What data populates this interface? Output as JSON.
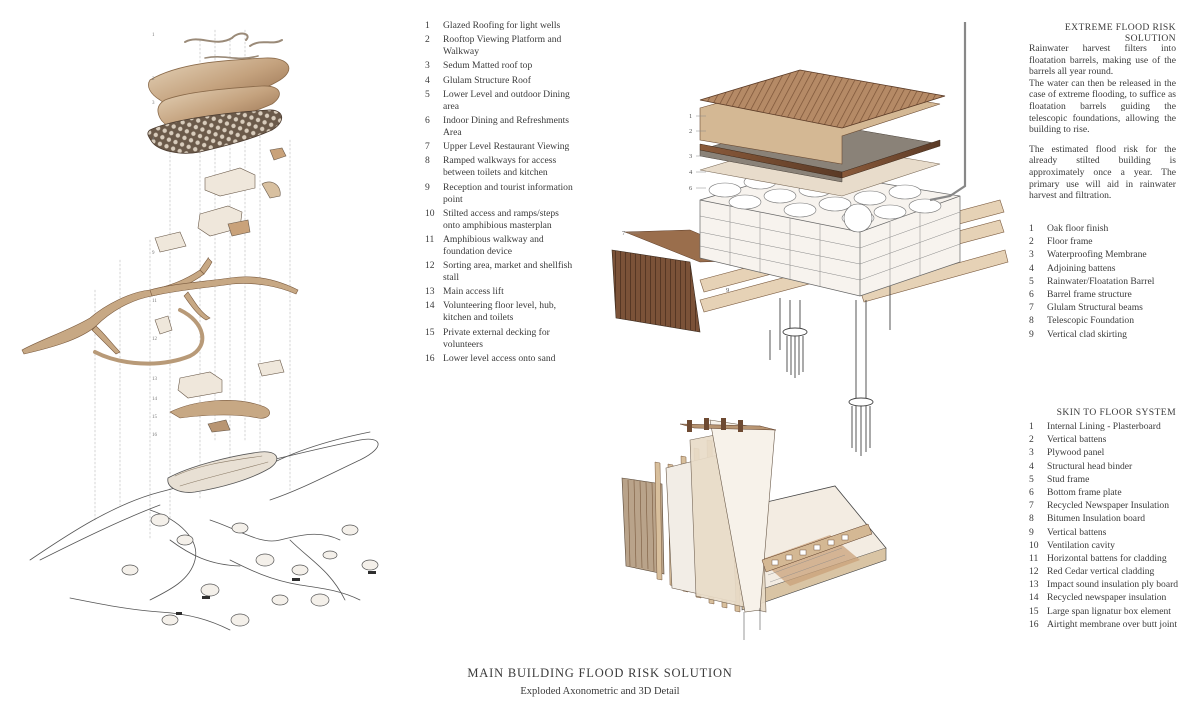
{
  "legend_main": [
    {
      "n": "1",
      "text": "Glazed Roofing for light wells"
    },
    {
      "n": "2",
      "text": "Rooftop Viewing Platform and Walkway"
    },
    {
      "n": "3",
      "text": "Sedum Matted roof top"
    },
    {
      "n": "4",
      "text": "Glulam Structure Roof"
    },
    {
      "n": "5",
      "text": "Lower Level and outdoor Dining area"
    },
    {
      "n": "6",
      "text": "Indoor Dining and Refreshments Area"
    },
    {
      "n": "7",
      "text": "Upper Level Restaurant Viewing"
    },
    {
      "n": "8",
      "text": "Ramped walkways for access between toilets and kitchen"
    },
    {
      "n": "9",
      "text": "Reception and tourist information point"
    },
    {
      "n": "10",
      "text": "Stilted access and ramps/steps onto amphibious masterplan"
    },
    {
      "n": "11",
      "text": "Amphibious walkway and foundation device"
    },
    {
      "n": "12",
      "text": "Sorting area, market and shellfish stall"
    },
    {
      "n": "13",
      "text": "Main access lift"
    },
    {
      "n": "14",
      "text": "Volunteering floor level, hub, kitchen and toilets"
    },
    {
      "n": "15",
      "text": "Private external decking for volunteers"
    },
    {
      "n": "16",
      "text": "Lower level access onto sand"
    }
  ],
  "flood": {
    "heading_line1": "EXTREME FLOOD RISK",
    "heading_line2": "SOLUTION",
    "p1": "Rainwater harvest filters into floatation barrels, making use of the barrels all year round.",
    "p2": "The water can then be released in the case of extreme flooding, to suffice as floatation barrels guiding the telescopic foundations, allowing the building to rise.",
    "p3": "The estimated flood risk for the already stilted building is approximately once a year. The primary use will aid in rainwater harvest and filtration."
  },
  "legend_flood": [
    {
      "n": "1",
      "text": "Oak floor finish"
    },
    {
      "n": "2",
      "text": "Floor frame"
    },
    {
      "n": "3",
      "text": "Waterproofing Membrane"
    },
    {
      "n": "4",
      "text": "Adjoining battens"
    },
    {
      "n": "5",
      "text": "Rainwater/Floatation Barrel"
    },
    {
      "n": "6",
      "text": "Barrel frame structure"
    },
    {
      "n": "7",
      "text": "Glulam Structural beams"
    },
    {
      "n": "8",
      "text": "Telescopic Foundation"
    },
    {
      "n": "9",
      "text": "Vertical clad skirting"
    }
  ],
  "skin": {
    "heading": "SKIN TO FLOOR SYSTEM"
  },
  "legend_skin": [
    {
      "n": "1",
      "text": "Internal Lining - Plasterboard"
    },
    {
      "n": "2",
      "text": "Vertical battens"
    },
    {
      "n": "3",
      "text": "Plywood panel"
    },
    {
      "n": "4",
      "text": "Structural head binder"
    },
    {
      "n": "5",
      "text": "Stud frame"
    },
    {
      "n": "6",
      "text": "Bottom frame plate"
    },
    {
      "n": "7",
      "text": "Recycled Newspaper Insulation"
    },
    {
      "n": "8",
      "text": "Bitumen Insulation board"
    },
    {
      "n": "9",
      "text": "Vertical battens"
    },
    {
      "n": "10",
      "text": "Ventilation cavity"
    },
    {
      "n": "11",
      "text": "Horizontal battens for cladding"
    },
    {
      "n": "12",
      "text": "Red Cedar vertical cladding"
    },
    {
      "n": "13",
      "text": "Impact sound insulation ply board"
    },
    {
      "n": "14",
      "text": "Recycled newspaper insulation"
    },
    {
      "n": "15",
      "text": "Large span lignatur box element"
    },
    {
      "n": "16",
      "text": "Airtight membrane over butt joint"
    }
  ],
  "title": "MAIN BUILDING FLOOD RISK SOLUTION",
  "subtitle": "Exploded Axonometric and 3D Detail",
  "colors": {
    "wood_light": "#d9c4a4",
    "wood_mid": "#b89572",
    "wood_dark": "#6e4a32",
    "ink": "#3a3a3a",
    "line": "#8a8a8a"
  }
}
